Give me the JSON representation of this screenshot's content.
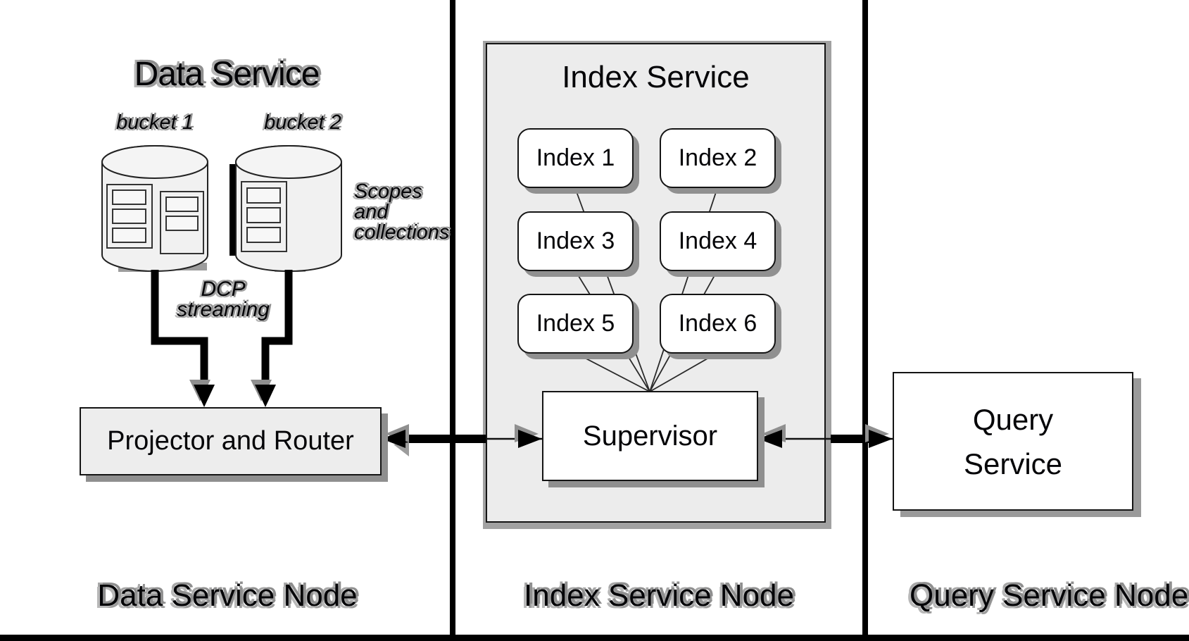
{
  "data_service": {
    "title": "Data Service",
    "bucket1_label": "bucket 1",
    "bucket2_label": "bucket 2",
    "scopes_note": "Scopes\nand\ncollections",
    "dcp_note": "DCP\nstreaming",
    "projector_label": "Projector and Router",
    "node_label": "Data Service Node"
  },
  "index_service": {
    "title": "Index Service",
    "indexes": [
      "Index 1",
      "Index 2",
      "Index 3",
      "Index 4",
      "Index 5",
      "Index 6"
    ],
    "supervisor_label": "Supervisor",
    "node_label": "Index Service Node"
  },
  "query_service": {
    "box_label": "Query\nService",
    "node_label": "Query Service Node"
  },
  "colors": {
    "panel_fill": "#ececec",
    "box_fill": "#ffffff",
    "projector_fill": "#ededed",
    "cylinder_fill": "#f1f1f1",
    "shadow_gray": "#8f8f8f",
    "line_black": "#000000"
  }
}
